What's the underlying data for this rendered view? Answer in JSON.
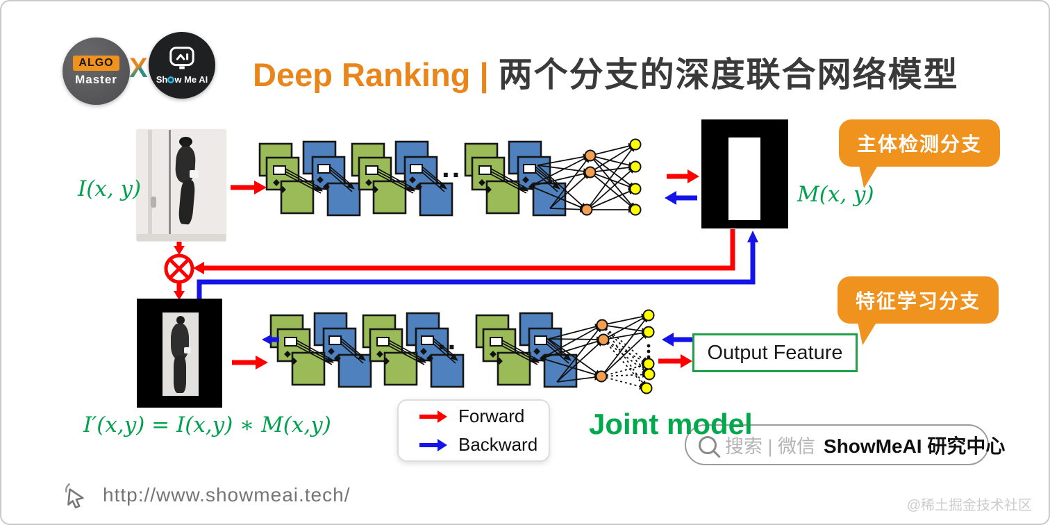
{
  "header": {
    "algo_badge": "ALGO",
    "algo_name": "Master",
    "collab_x": "X",
    "showmeai_pre": "Sh",
    "showmeai_eye_char": "o",
    "showmeai_post": "w Me AI",
    "title_en": "Deep Ranking |",
    "title_zh": "两个分支的深度联合网络模型"
  },
  "diagram": {
    "input_label": "I(x, y)",
    "mask_label": "M(x, y)",
    "formula": "I′(x,y) = I(x,y) ∗ M(x,y)",
    "callout_top": "主体检测分支",
    "callout_bottom": "特征学习分支",
    "output_feature": "Output Feature",
    "joint_model": "Joint model",
    "ellipsis": "..",
    "legend": {
      "forward": "Forward",
      "backward": "Backward"
    }
  },
  "search_box": {
    "scope": "搜索 | 微信",
    "account": "ShowMeAI 研究中心"
  },
  "footer": {
    "url": "http://www.showmeai.tech/",
    "watermark": "@稀土掘金技术社区"
  },
  "colors": {
    "green-box": "#9BBB59",
    "blue-box": "#4E81BD",
    "forward-red": "#FE0000",
    "backward-blue": "#1414E8",
    "callout-orange": "#F0931E",
    "title-orange": "#E8861B",
    "math-green": "#00A14E",
    "joint-green": "#00A94C",
    "node-orange": "#F2A04D",
    "node-yellow": "#FFFF00",
    "output-border": "#1FA048"
  }
}
